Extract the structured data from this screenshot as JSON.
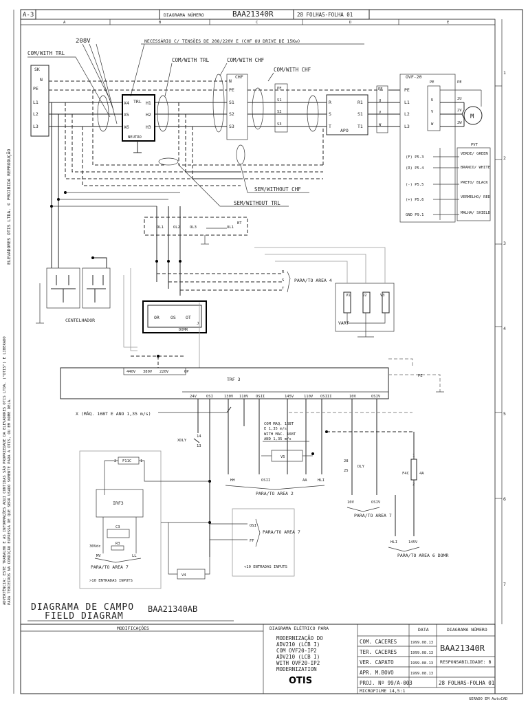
{
  "sheet": {
    "sheet_ref": "A-3",
    "header_diagram_label": "DIAGRAMA NÚMERO",
    "header_diagram_number": "BAA21340R",
    "header_sheets": "28 FOLHAS-FOLHA 01",
    "columns": [
      "A",
      "B",
      "C",
      "D",
      "E"
    ],
    "rows": [
      "1",
      "2",
      "3",
      "4",
      "5",
      "6",
      "7"
    ]
  },
  "notes": {
    "voltage_208": "208V",
    "necessario": "NECESSÁRIO C/ TENSÕES DE 208/220V E (CHF OU DRIVE DE 15Kw)",
    "com_trl_1": "COM/WITH TRL",
    "com_trl_2": "COM/WITH TRL",
    "com_chf_1": "COM/WITH CHF",
    "com_chf_2": "COM/WITH CHF",
    "sem_chf": "SEM/WITHOUT CHF",
    "sem_trl": "SEM/WITHOUT TRL",
    "centelhador": "CENTELHADOR",
    "vart": "VART",
    "para_area4": "PARA/TO AREA 4",
    "para_area2": "PARA/TO AREA 2",
    "para_area7_a": "PARA/TO AREA 7",
    "para_area7_b": "PARA/TO AREA 7",
    "para_area7_c": "PARA/TO AREA 7",
    "para_area6": "PARA/TO AREA 6 DOMR",
    "entradas_a": ">10 ENTRADAS INPUTS",
    "entradas_b": "<10 ENTRADAS INPUTS",
    "maq_line": "X (MÁQ. 16BT E ANO 1,35 m/s)",
    "com_maq_1": "COM MAQ. 16BT",
    "com_maq_2": "E 1,35 m/s",
    "com_maq_3": "WITH MAC. 16BT",
    "com_maq_4": "AND 1,35 m/s",
    "field_pt": "DIAGRAMA DE CAMPO",
    "field_en": "FIELD DIAGRAM",
    "field_number": "BAA21340AB"
  },
  "components": {
    "sk_label": "SK",
    "sk_terms": [
      "N",
      "PE",
      "L1",
      "L2",
      "L3"
    ],
    "trl_label": "TRL",
    "trl_terms": [
      "X4",
      "X5",
      "X6",
      "H1",
      "H2",
      "H3"
    ],
    "trl_neutro": "NEUTRO",
    "chf_label": "CHF",
    "chf_terms": [
      "N",
      "PE",
      "S1",
      "S2",
      "S3"
    ],
    "filter_terms": [
      "PE",
      "S1",
      "S2",
      "S3"
    ],
    "apo_label": "APO",
    "apo_terms": [
      "R",
      "S",
      "T",
      "R1",
      "S1",
      "T1"
    ],
    "mid_terms": [
      "PE",
      "U",
      "V",
      "W"
    ],
    "ovf_label": "OVF-20",
    "ovf_terms": [
      "PE",
      "L1",
      "L2",
      "L3"
    ],
    "motor_terms": [
      "PE",
      "U",
      "V",
      "W"
    ],
    "motor_wires": [
      "PE",
      "2U",
      "2V",
      "2W"
    ],
    "motor_label": "M",
    "pvt_label": "PVT",
    "pvt_pins": [
      "(F) P5.3",
      "(R) P5.4",
      "(-) P5.5",
      "(+) P5.6",
      "GND P9.1"
    ],
    "pvt_colors": [
      "VERDE/ GREEN",
      "BRANCO/ WHITE",
      "PRETO/ BLACK",
      "VERMELHO/ RED",
      "MALHA/ SHIELD"
    ],
    "bt_label": "BT",
    "bt_terms": [
      "OL1",
      "OL2",
      "OL3",
      "OL1"
    ],
    "domr_terms": [
      "OR",
      "OS",
      "OT"
    ],
    "domr_label": "DOMR",
    "domr_j": "J",
    "area4_wires": [
      "R",
      "S",
      "T"
    ],
    "v_labels": [
      "V1",
      "V2",
      "V3"
    ],
    "trf_taps": [
      "440V",
      "380V",
      "220V",
      "OP"
    ],
    "trf_label": "TRF 3",
    "trf_outputs": [
      "24V",
      "OSI",
      "130V",
      "110V",
      "OSII",
      "145V",
      "110V",
      "OSIII",
      "10V",
      "OSIV"
    ],
    "trf_pe": "PE",
    "xdly": "XDLY",
    "xdly_pins": [
      "14",
      "13"
    ],
    "dly_pins": [
      "28",
      "25",
      "DLY"
    ],
    "v5": "V5",
    "v4": "V4",
    "f4c": "F4C",
    "f4c_rating": "4A",
    "f4c_pins": [
      "1",
      "2"
    ],
    "area2_wires": [
      "HH",
      "OSII",
      "AA",
      "HLI"
    ],
    "area7_wires": [
      "10V",
      "OSIV"
    ],
    "area6_wires": [
      "HLI",
      "145V"
    ],
    "f11c": "F11C",
    "f11c_pins": [
      "2",
      "1"
    ],
    "irf3": "IRF3",
    "c3": "C3",
    "r3": "R3",
    "v30": "30Vdc",
    "mv": "MV",
    "ll": "LL",
    "osi_ff": [
      "OSI",
      "FF"
    ]
  },
  "side_text": {
    "copyright": "ELEVADORES OTIS LTDA.  ©  PROIBIDA REPRODUÇÃO",
    "warning1": "ADVERTÊNCIA: ESTE TRABALHO E AS INFORMAÇÕES AQUI CONTIDAS SÃO PROPRIEDADE DA ELEVADORES OTIS LTDA. (\"OTIS\") E LIBERADO",
    "warning2": "PARA TERCEIROS NA CONDIÇÃO EXPRESSA DE QUE SERÁ USADO SOMENTE PARA A OTIS, OU EM NOME DELA."
  },
  "title_block": {
    "modificacoes": "MODIFICAÇÕES",
    "diagrama_eletrico": "DIAGRAMA ELÉTRICO PARA",
    "desc_lines": [
      "MODERNIZAÇÃO DO",
      "ADV210 (LCB I)",
      "COM OVF20-IP2",
      "ADV210 (LCB I)",
      "WITH OVF20-IP2",
      "MODERNIZATION"
    ],
    "logo": "OTIS",
    "rows": [
      {
        "label": "COM. CACERES",
        "date": "1999.08.13"
      },
      {
        "label": "TER. CACERES",
        "date": "1999.08.13"
      },
      {
        "label": "VER. CAPATO",
        "date": "1999.08.13"
      },
      {
        "label": "APR. M.BOVO",
        "date": "1999.08.13"
      }
    ],
    "data_label": "DATA",
    "numero_label": "DIAGRAMA NÚMERO",
    "numero": "BAA21340R",
    "responsabilidade": "RESPONSABILIDADE: B",
    "projeto": "PROJ. Nº 99/A-003",
    "folhas": "28 FOLHAS-FOLHA 01",
    "microfilme": "MICROFILME 14,5:1",
    "gerado": "GERADO EM AutoCAD"
  }
}
